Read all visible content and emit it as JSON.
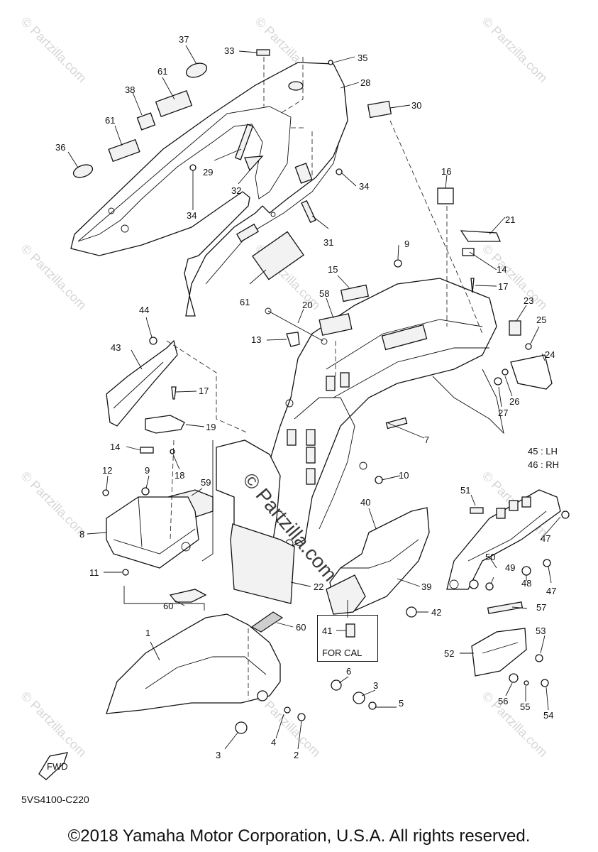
{
  "diagram": {
    "watermark": "© Partzilla.com",
    "center_watermark": "© Partzilla.com",
    "diagram_code": "5VS4100-C220",
    "copyright": "©2018 Yamaha Motor Corporation, U.S.A. All rights reserved.",
    "fwd_label": "FWD",
    "for_cal_label": "FOR CAL",
    "callouts": {
      "c1": "1",
      "c2": "2",
      "c3a": "3",
      "c3b": "3",
      "c4": "4",
      "c5": "5",
      "c6": "6",
      "c7": "7",
      "c8": "8",
      "c9a": "9",
      "c9b": "9",
      "c10": "10",
      "c11": "11",
      "c12": "12",
      "c13": "13",
      "c14a": "14",
      "c14b": "14",
      "c15": "15",
      "c16": "16",
      "c17a": "17",
      "c17b": "17",
      "c18": "18",
      "c19": "19",
      "c20": "20",
      "c21": "21",
      "c22": "22",
      "c23": "23",
      "c24": "24",
      "c25": "25",
      "c26": "26",
      "c27": "27",
      "c28": "28",
      "c29": "29",
      "c30": "30",
      "c31": "31",
      "c32": "32",
      "c33": "33",
      "c34a": "34",
      "c34b": "34",
      "c35": "35",
      "c36": "36",
      "c37": "37",
      "c38": "38",
      "c39": "39",
      "c40": "40",
      "c41": "41",
      "c42": "42",
      "c43": "43",
      "c44": "44",
      "c45": "45 : LH",
      "c46": "46 : RH",
      "c47a": "47",
      "c47b": "47",
      "c48": "48",
      "c49": "49",
      "c50": "50",
      "c51": "51",
      "c52": "52",
      "c53": "53",
      "c54": "54",
      "c55": "55",
      "c56": "56",
      "c57": "57",
      "c58": "58",
      "c59": "59",
      "c60a": "60",
      "c60b": "60",
      "c61a": "61",
      "c61b": "61",
      "c61c": "61"
    }
  }
}
